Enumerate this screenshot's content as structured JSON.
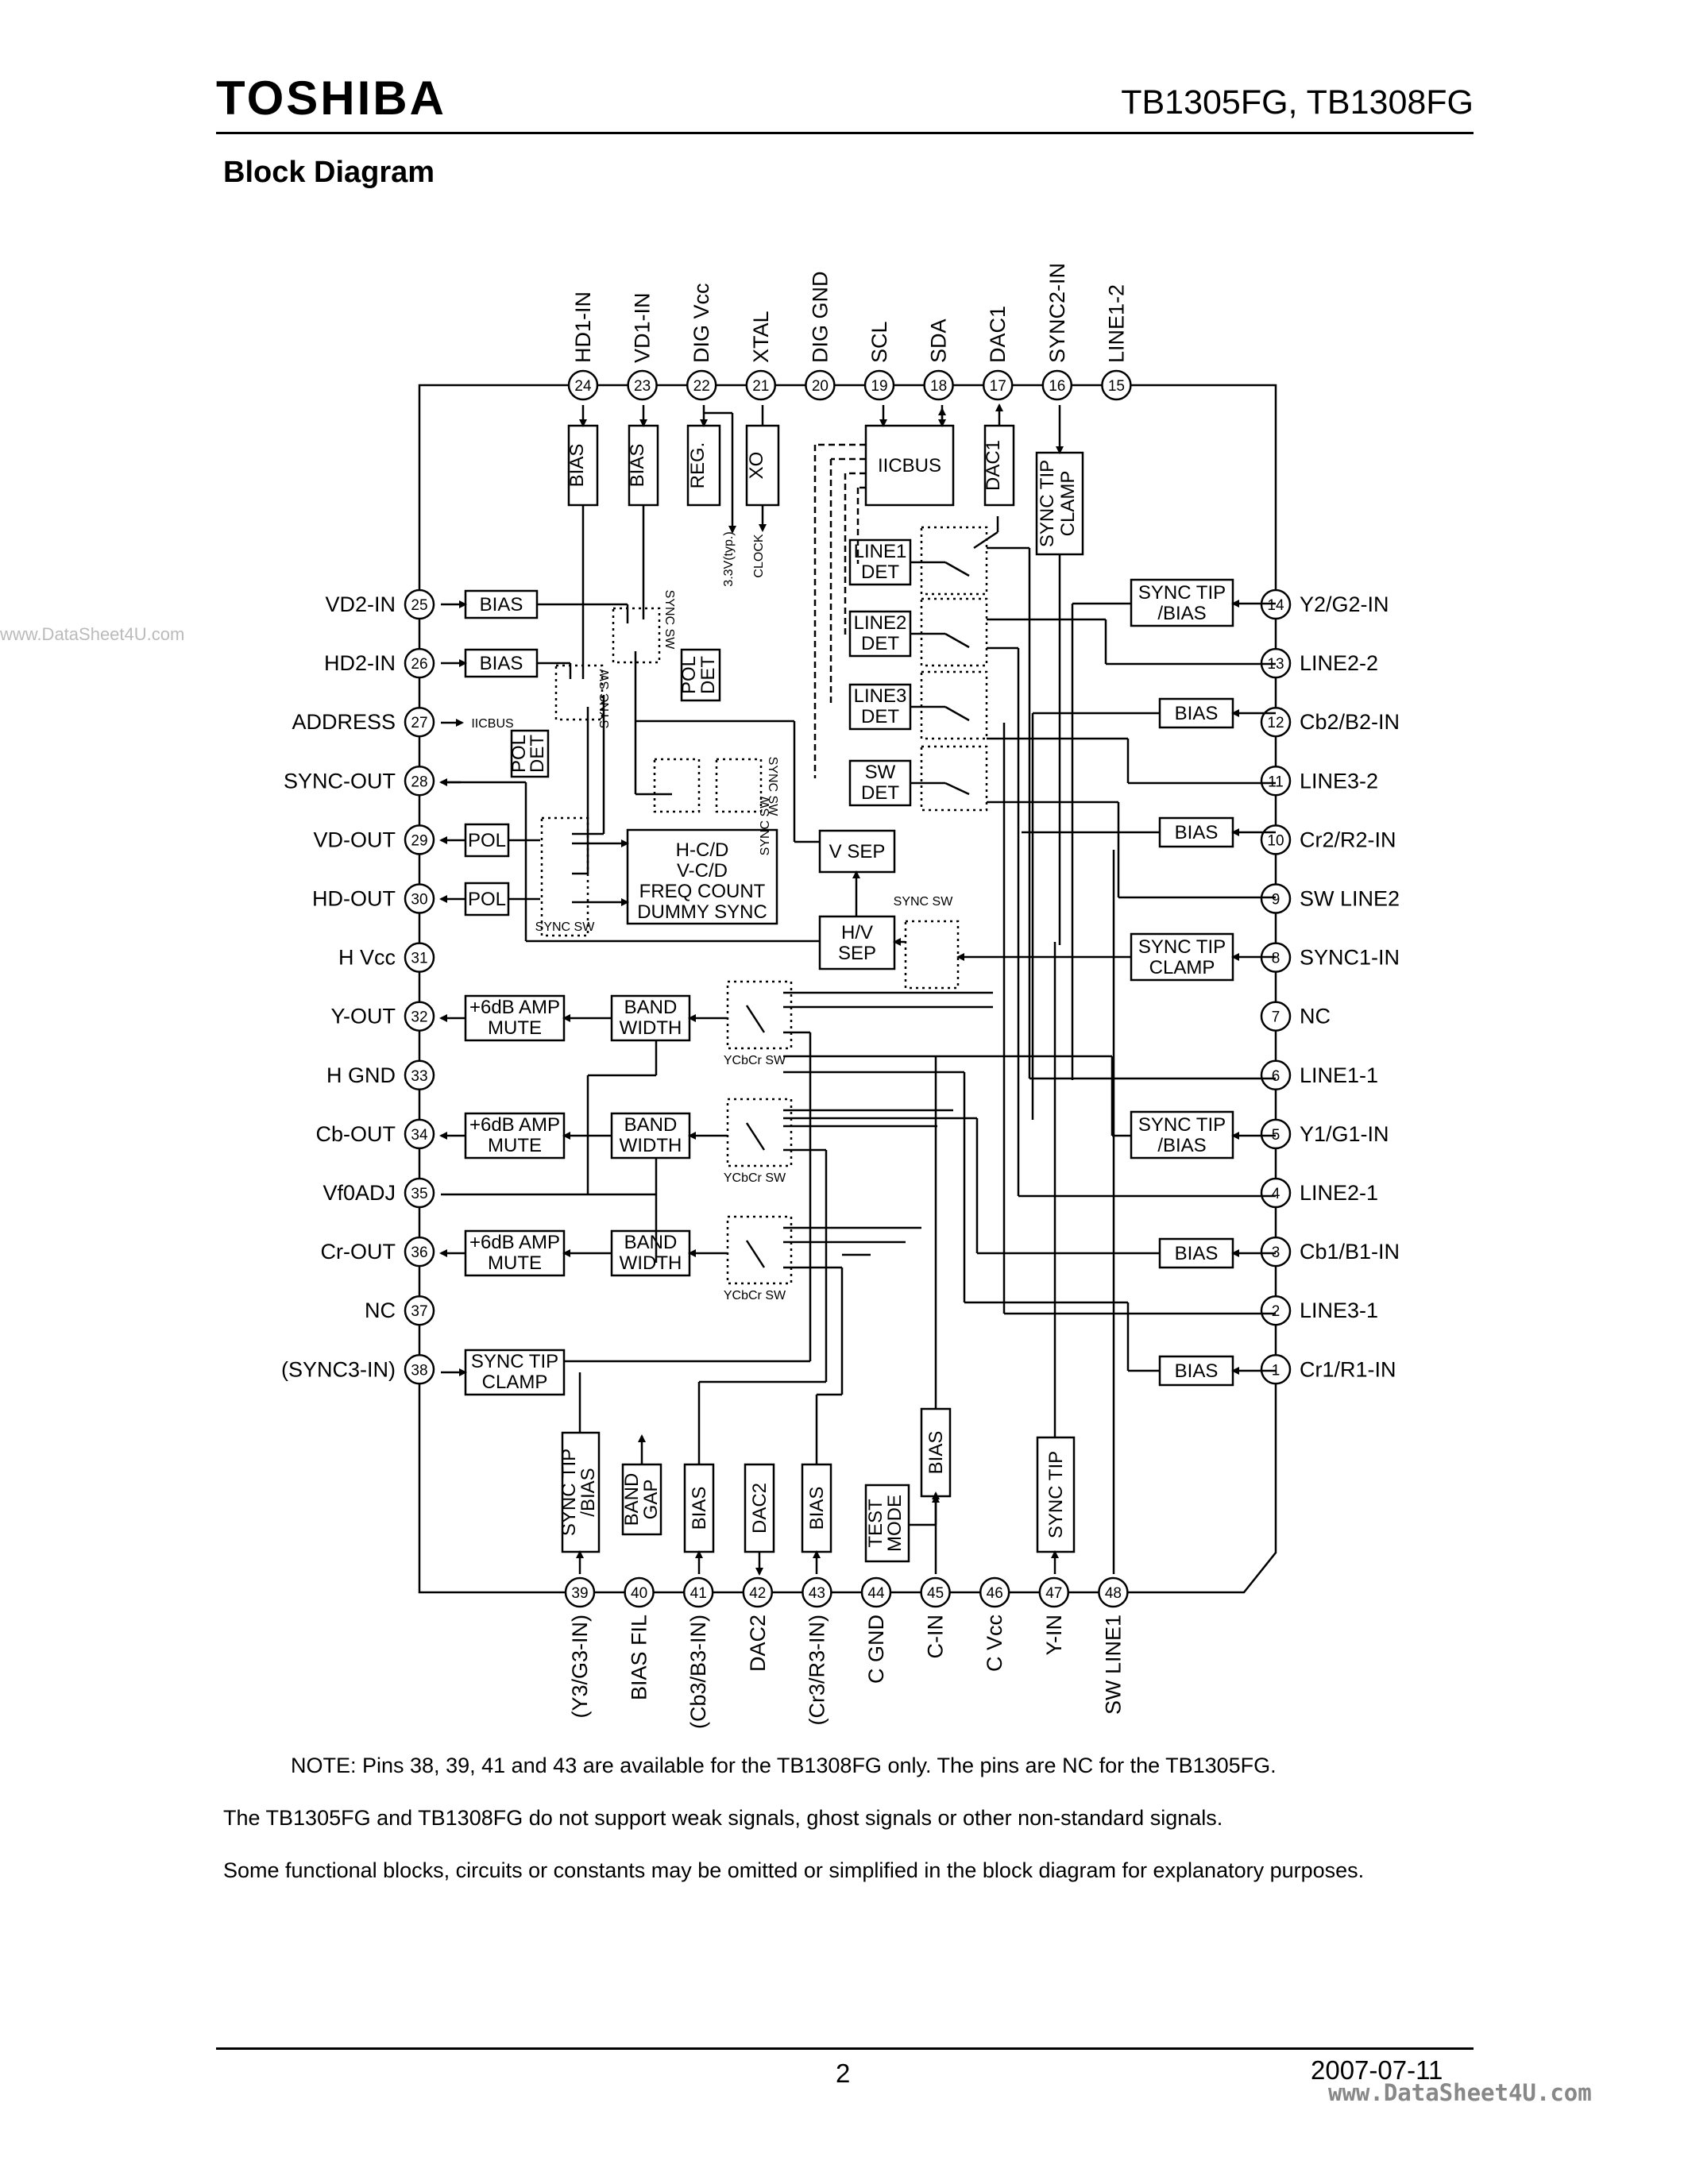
{
  "header": {
    "logo": "TOSHIBA",
    "part_numbers": "TB1305FG, TB1308FG",
    "section_title": "Block Diagram"
  },
  "watermark": "www.DataSheet4U.com",
  "footer": {
    "page": "2",
    "date": "2007-07-11",
    "watermark": "www.DataSheet4U.com"
  },
  "notes": [
    "NOTE: Pins 38, 39, 41 and 43 are available for the TB1308FG only. The pins are NC for the TB1305FG.",
    "The TB1305FG and TB1308FG do not support weak signals, ghost signals or other non-standard signals.",
    "Some functional blocks, circuits or constants may be omitted or simplified in the block diagram for explanatory purposes."
  ],
  "diagram": {
    "pins_top": [
      {
        "num": "24",
        "name": "HD1-IN"
      },
      {
        "num": "23",
        "name": "VD1-IN"
      },
      {
        "num": "22",
        "name": "DIG Vcc"
      },
      {
        "num": "21",
        "name": "XTAL"
      },
      {
        "num": "20",
        "name": "DIG GND"
      },
      {
        "num": "19",
        "name": "SCL"
      },
      {
        "num": "18",
        "name": "SDA"
      },
      {
        "num": "17",
        "name": "DAC1"
      },
      {
        "num": "16",
        "name": "SYNC2-IN"
      },
      {
        "num": "15",
        "name": "LINE1-2"
      }
    ],
    "pins_left": [
      {
        "num": "25",
        "name": "VD2-IN"
      },
      {
        "num": "26",
        "name": "HD2-IN"
      },
      {
        "num": "27",
        "name": "ADDRESS"
      },
      {
        "num": "28",
        "name": "SYNC-OUT"
      },
      {
        "num": "29",
        "name": "VD-OUT"
      },
      {
        "num": "30",
        "name": "HD-OUT"
      },
      {
        "num": "31",
        "name": "H Vcc"
      },
      {
        "num": "32",
        "name": "Y-OUT"
      },
      {
        "num": "33",
        "name": "H GND"
      },
      {
        "num": "34",
        "name": "Cb-OUT"
      },
      {
        "num": "35",
        "name": "Vf0ADJ"
      },
      {
        "num": "36",
        "name": "Cr-OUT"
      },
      {
        "num": "37",
        "name": "NC"
      },
      {
        "num": "38",
        "name": "(SYNC3-IN)"
      }
    ],
    "pins_right": [
      {
        "num": "14",
        "name": "Y2/G2-IN"
      },
      {
        "num": "13",
        "name": "LINE2-2"
      },
      {
        "num": "12",
        "name": "Cb2/B2-IN"
      },
      {
        "num": "11",
        "name": "LINE3-2"
      },
      {
        "num": "10",
        "name": "Cr2/R2-IN"
      },
      {
        "num": "9",
        "name": "SW LINE2"
      },
      {
        "num": "8",
        "name": "SYNC1-IN"
      },
      {
        "num": "7",
        "name": "NC"
      },
      {
        "num": "6",
        "name": "LINE1-1"
      },
      {
        "num": "5",
        "name": "Y1/G1-IN"
      },
      {
        "num": "4",
        "name": "LINE2-1"
      },
      {
        "num": "3",
        "name": "Cb1/B1-IN"
      },
      {
        "num": "2",
        "name": "LINE3-1"
      },
      {
        "num": "1",
        "name": "Cr1/R1-IN"
      }
    ],
    "pins_bottom": [
      {
        "num": "39",
        "name": "(Y3/G3-IN)"
      },
      {
        "num": "40",
        "name": "BIAS FIL"
      },
      {
        "num": "41",
        "name": "(Cb3/B3-IN)"
      },
      {
        "num": "42",
        "name": "DAC2"
      },
      {
        "num": "43",
        "name": "(Cr3/R3-IN)"
      },
      {
        "num": "44",
        "name": "C GND"
      },
      {
        "num": "45",
        "name": "C-IN"
      },
      {
        "num": "46",
        "name": "C Vcc"
      },
      {
        "num": "47",
        "name": "Y-IN"
      },
      {
        "num": "48",
        "name": "SW LINE1"
      }
    ],
    "blocks": {
      "bias": "BIAS",
      "reg": "REG.",
      "xo": "XO",
      "iicbus": "IICBUS",
      "dac1": "DAC1",
      "dac2": "DAC2",
      "sync_tip_clamp_1": "SYNC TIP",
      "sync_tip_clamp_2": "CLAMP",
      "sync_tip_bias_1": "SYNC TIP",
      "sync_tip_bias_2": "/BIAS",
      "sync_tip": "SYNC TIP",
      "line1_det_1": "LINE1",
      "line2_det_1": "LINE2",
      "line3_det_1": "LINE3",
      "sw_det_1": "SW",
      "det": "DET",
      "pol": "POL",
      "pol_det_1": "POL",
      "hv_cd_1": "H-C/D",
      "hv_cd_2": "V-C/D",
      "hv_cd_3": "FREQ COUNT",
      "hv_cd_4": "DUMMY SYNC",
      "vsep": "V SEP",
      "hv_sep_1": "H/V",
      "hv_sep_2": "SEP",
      "amp_1": "+6dB AMP",
      "amp_2": "MUTE",
      "bw_1": "BAND",
      "bw_2": "WIDTH",
      "band_gap_1": "BAND",
      "band_gap_2": "GAP",
      "test_mode_1": "TEST",
      "test_mode_2": "MODE"
    },
    "small_labels": {
      "sync_sw": "SYNC  SW",
      "ycbcr_sw": "YCbCr  SW",
      "iicbus_small": "IICBUS",
      "v33": "3.3V(typ.)",
      "clock": "CLOCK"
    }
  }
}
